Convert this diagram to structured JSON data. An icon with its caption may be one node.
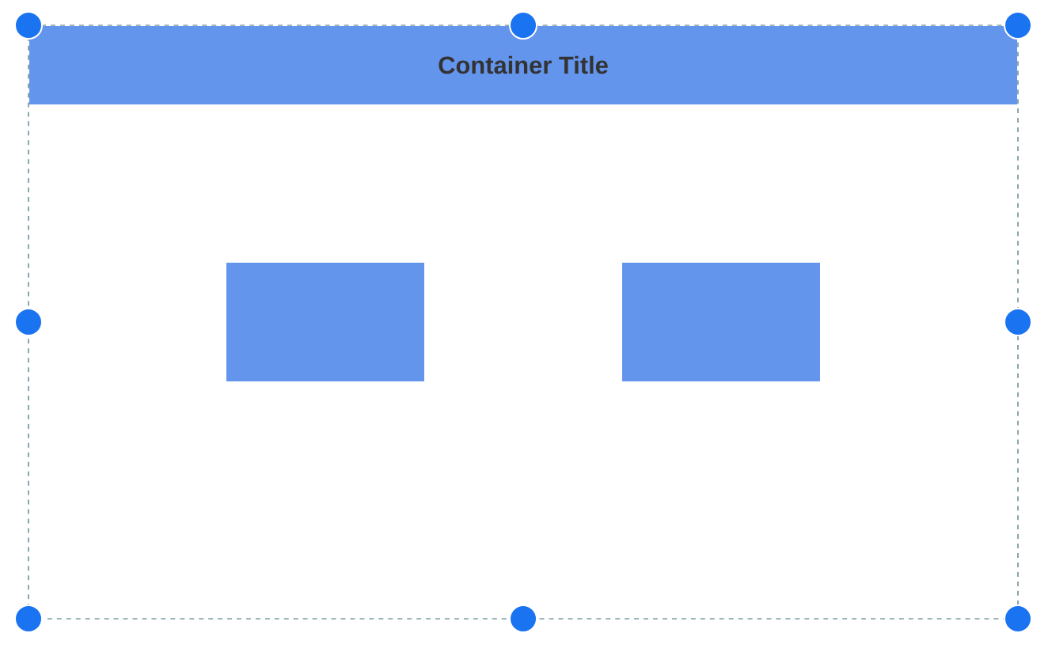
{
  "diagram": {
    "nodes": [
      {
        "text": [
          "Container Title"
        ]
      },
      {
        "text": [],
        "shape": "box",
        "in": 0
      },
      {
        "text": [],
        "shape": "box",
        "in": 0
      }
    ]
  }
}
